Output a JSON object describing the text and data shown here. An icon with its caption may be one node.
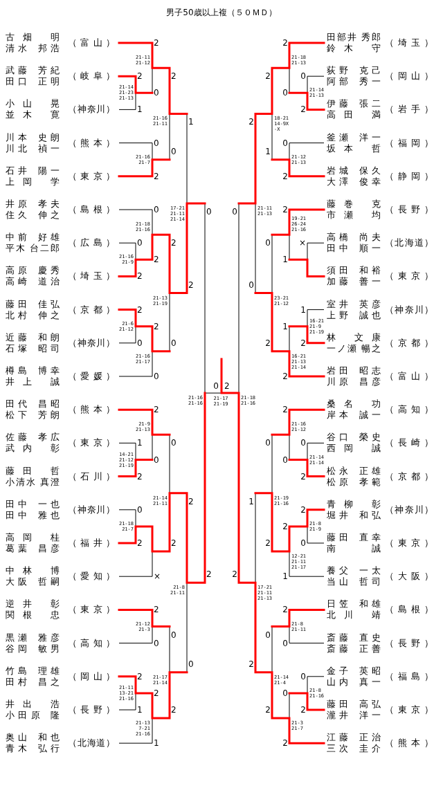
{
  "diagram": {
    "title": "男子50歳以上複（５０ＭＤ）",
    "nodes": [
      {
        "text": [
          "古畑 明",
          "清水 邦浩"
        ],
        "beside": [
          "（富山）"
        ]
      },
      {
        "text": [
          "武藤 芳紀",
          "田口 正明"
        ],
        "beside": [
          "（岐阜）"
        ]
      },
      {
        "text": [
          "小山 晃",
          "並木 寛"
        ],
        "beside": [
          "（神奈川）"
        ]
      },
      {
        "text": [
          "川本 史朗",
          "川北 禎一"
        ],
        "beside": [
          "（熊本）"
        ]
      },
      {
        "text": [
          "石井 陽一",
          "上岡 学"
        ],
        "beside": [
          "（東京）"
        ]
      },
      {
        "text": [
          "井原 孝夫",
          "住久 伸之"
        ],
        "beside": [
          "（島根）"
        ]
      },
      {
        "text": [
          "中前 好雄",
          "平木 台二郎"
        ],
        "beside": [
          "（広島）"
        ]
      },
      {
        "text": [
          "高原 慶秀",
          "高崎 道治"
        ],
        "beside": [
          "（埼玉）"
        ]
      },
      {
        "text": [
          "藤田 佳弘",
          "北村 伸之"
        ],
        "beside": [
          "（京都）"
        ]
      },
      {
        "text": [
          "近藤 和朗",
          "石塚 昭司"
        ],
        "beside": [
          "（神奈川）"
        ]
      },
      {
        "text": [
          "樽島 博幸",
          "井上 誠"
        ],
        "beside": [
          "（愛媛）"
        ]
      },
      {
        "text": [
          "田代 昌昭",
          "松下 芳朗"
        ],
        "beside": [
          "（熊本）"
        ]
      },
      {
        "text": [
          "佐藤 孝広",
          "武内 彰"
        ],
        "beside": [
          "（東京）"
        ]
      },
      {
        "text": [
          "藤田 哲",
          "小清水 真澄"
        ],
        "beside": [
          "（石川）"
        ]
      },
      {
        "text": [
          "田中 一也",
          "田中 雅也"
        ],
        "beside": [
          "（神奈川）"
        ]
      },
      {
        "text": [
          "高岡 桂",
          "葛葉 昌彦"
        ],
        "beside": [
          "（福井）"
        ]
      },
      {
        "text": [
          "中林 博",
          "大阪 哲嗣"
        ],
        "beside": [
          "（愛知）"
        ]
      },
      {
        "text": [
          "逆井 彰",
          "関根 忠"
        ],
        "beside": [
          "（東京）"
        ]
      },
      {
        "text": [
          "黒瀬 雅彦",
          "谷岡 敏男"
        ],
        "beside": [
          "（高知）"
        ]
      },
      {
        "text": [
          "竹島 理雄",
          "田村 昌之"
        ],
        "beside": [
          "（岡山）"
        ]
      },
      {
        "text": [
          "井出 浩",
          "小田原 隆"
        ],
        "beside": [
          "（長野）"
        ]
      },
      {
        "text": [
          "奥山 和也",
          "青木 弘行"
        ],
        "beside": [
          "（北海道）"
        ]
      },
      {
        "text": [
          "田部井 秀郎",
          "鈴木 守"
        ],
        "beside": [
          "（埼玉）"
        ]
      },
      {
        "text": [
          "荻野 克己",
          "阿部 秀一"
        ],
        "beside": [
          "（岡山）"
        ]
      },
      {
        "text": [
          "伊藤 張二",
          "高田 満"
        ],
        "beside": [
          "（岩手）"
        ]
      },
      {
        "text": [
          "釜瀬 洋一",
          "坂本 哲"
        ],
        "beside": [
          "（福岡）"
        ]
      },
      {
        "text": [
          "岩城 保久",
          "大澤 俊幸"
        ],
        "beside": [
          "（静岡）"
        ]
      },
      {
        "text": [
          "藤巻 克",
          "市瀬 均"
        ],
        "beside": [
          "（長野）"
        ]
      },
      {
        "text": [
          "高橋 尚夫",
          "田中 順一"
        ],
        "beside": [
          "（北海道）"
        ]
      },
      {
        "text": [
          "須田 和裕",
          "加藤 善一"
        ],
        "beside": [
          "（東京）"
        ]
      },
      {
        "text": [
          "室井 英彦",
          "上野 誠也"
        ],
        "beside": [
          "（神奈川）"
        ]
      },
      {
        "text": [
          "林 文康",
          "一ノ瀬 暢之"
        ],
        "beside": [
          "（京都）"
        ]
      },
      {
        "text": [
          "岩田 昭志",
          "川原 昌彦"
        ],
        "beside": [
          "（富山）"
        ]
      },
      {
        "text": [
          "桑名 功",
          "岸本 誠一"
        ],
        "beside": [
          "（高知）"
        ]
      },
      {
        "text": [
          "谷口 榮史",
          "西岡 誠"
        ],
        "beside": [
          "（長崎）"
        ]
      },
      {
        "text": [
          "松永 正雄",
          "松原 孝範"
        ],
        "beside": [
          "（京都）"
        ]
      },
      {
        "text": [
          "青柳 彰",
          "堀井 和弘"
        ],
        "beside": [
          "（神奈川）"
        ]
      },
      {
        "text": [
          "藤田 直幸",
          "南 誠"
        ],
        "beside": [
          "（東京）"
        ]
      },
      {
        "text": [
          "養父 一太",
          "当山 哲司"
        ],
        "beside": [
          "（大阪）"
        ]
      },
      {
        "text": [
          "日笠 和雄",
          "北川 靖"
        ],
        "beside": [
          "（島根）"
        ]
      },
      {
        "text": [
          "斎藤 直史",
          "斎藤 正善"
        ],
        "beside": [
          "（長野）"
        ]
      },
      {
        "text": [
          "金子 英昭",
          "山内 真一"
        ],
        "beside": [
          "（福島）"
        ]
      },
      {
        "text": [
          "藤田 高弘",
          "瀧井 洋一"
        ],
        "beside": [
          "（東京）"
        ]
      },
      {
        "text": [
          "江藤 正治",
          "三次 圭介"
        ],
        "beside": [
          "（熊本）"
        ]
      }
    ],
    "labels": [
      "2",
      "1",
      "21-14 21-23 21-13",
      "2",
      "0",
      "21-11 21-12",
      "0",
      "2",
      "21-16 21-7",
      "2",
      "0",
      "21-16 21-11",
      "0",
      "2",
      "21-16 21-9",
      "0",
      "2",
      "21-18 21-16",
      "2",
      "0",
      "21-6 21-12",
      "2",
      "0",
      "21-16 21-17",
      "2",
      "0",
      "21-13 21-19",
      "1",
      "2",
      "17-21 21-11 21-14",
      "1",
      "2",
      "14-21 21-12 21-19",
      "2",
      "0",
      "21-9 21-13",
      "0",
      "2",
      "21-18 21-7",
      "×",
      "0",
      "2",
      "21-14 21-11",
      "2",
      "0",
      "21-12 21-3",
      "2",
      "1",
      "21-11 13-21 21-16",
      "2",
      "1",
      "21-13 7-21 21-16",
      "0",
      "2",
      "21-17 21-14",
      "2",
      "0",
      "21-8 21-11",
      "0",
      "2",
      "21-16 21-16",
      "0",
      "2",
      "21-17 21-19",
      "0",
      "2",
      "21-14 21-13",
      "2",
      "0",
      "21-18 21-13",
      "0",
      "2",
      "21-12 21-13",
      "2",
      "1",
      "18-21 14-9X -X",
      "×",
      "2",
      "1",
      "19-21 26-24 21-16",
      "1",
      "2",
      "16-21 21-9 21-19",
      "1",
      "2",
      "16-21 21-13 21-14",
      "0",
      "2",
      "23-21 21-12",
      "2",
      "0",
      "21-11 21-13",
      "0",
      "2",
      "21-14 21-14",
      "2",
      "0",
      "21-16 21-12",
      "2",
      "0",
      "21-8 21-9",
      "2",
      "1",
      "12-21 21-11 21-17",
      "0",
      "2",
      "21-19 21-16",
      "2",
      "0",
      "21-8 21-11",
      "0",
      "2",
      "21-8 21-16",
      "0",
      "2",
      "21-3 21-7",
      "0",
      "2",
      "21-14 21-4",
      "1",
      "2",
      "17-21 21-11 21-13",
      "0",
      "2",
      "21-18 21-16"
    ]
  }
}
